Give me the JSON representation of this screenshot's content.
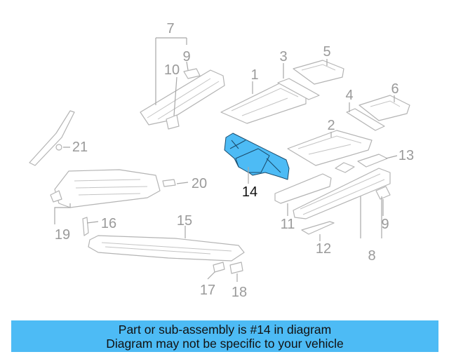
{
  "diagram": {
    "highlight_color": "#4dbbf5",
    "highlighted_part": "14",
    "callouts": [
      "7",
      "9",
      "10",
      "1",
      "3",
      "5",
      "4",
      "6",
      "2",
      "13",
      "21",
      "20",
      "14",
      "11",
      "9",
      "16",
      "19",
      "15",
      "12",
      "8",
      "17",
      "18"
    ]
  },
  "banner": {
    "line1": "Part or sub-assembly is #14 in diagram",
    "line2": "Diagram may not be specific to your vehicle",
    "color": "#4dbbf5"
  }
}
